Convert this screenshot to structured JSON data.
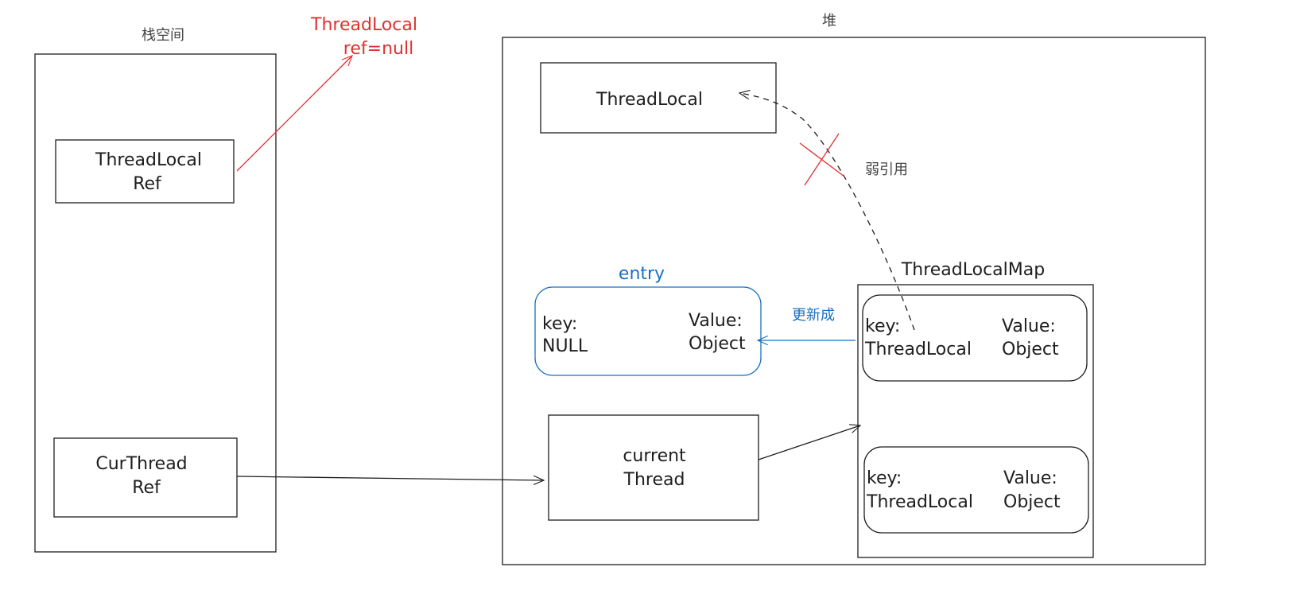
{
  "stack": {
    "title": "栈空间",
    "threadlocal_ref": {
      "line1": "ThreadLocal",
      "line2": "Ref"
    },
    "curthread_ref": {
      "line1": "CurThread",
      "line2": "Ref"
    }
  },
  "ref_null_note": {
    "line1": "ThreadLocal",
    "line2": "ref=null"
  },
  "heap": {
    "title": "堆",
    "threadlocal_obj": "ThreadLocal",
    "weak_ref_label": "弱引用",
    "entry": {
      "title": "entry",
      "key_label": "key:",
      "key_value": "NULL",
      "value_label": "Value:",
      "value_value": "Object"
    },
    "update_label": "更新成",
    "current_thread": {
      "line1": "current",
      "line2": "Thread"
    },
    "map": {
      "title": "ThreadLocalMap",
      "entries": [
        {
          "key_label": "key:",
          "key_value": "ThreadLocal",
          "value_label": "Value:",
          "value_value": "Object"
        },
        {
          "key_label": "key:",
          "key_value": "ThreadLocal",
          "value_label": "Value:",
          "value_value": "Object"
        }
      ]
    }
  },
  "colors": {
    "ink": "#1e1e1e",
    "red": "#e03131",
    "blue": "#1971c2"
  }
}
